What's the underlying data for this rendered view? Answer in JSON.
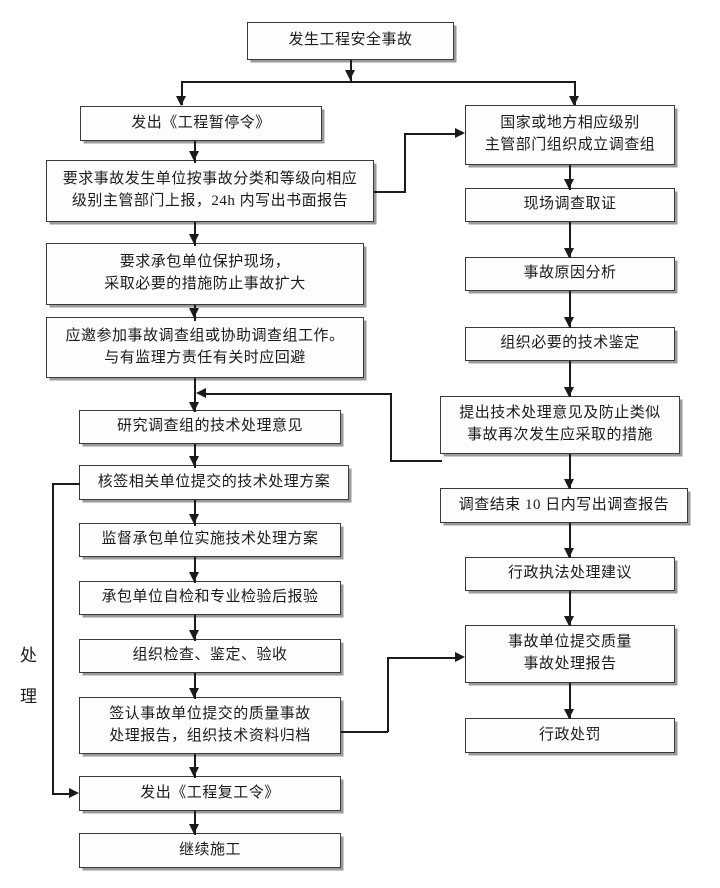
{
  "diagram": {
    "title_box": {
      "id": "accident-occurs",
      "label": "发生工程安全事故"
    },
    "side_label": {
      "name": "处理",
      "chars": [
        "处",
        "理"
      ]
    },
    "left_column": [
      {
        "id": "issue-suspension-order",
        "label": "发出《工程暂停令》"
      },
      {
        "id": "report-to-authority",
        "label": "要求事故发生单位按事故分类和等级向相应\n级别主管部门上报，24h 内写出书面报告"
      },
      {
        "id": "protect-site",
        "label": "要求承包单位保护现场，\n采取必要的措施防止事故扩大"
      },
      {
        "id": "join-investigation-group",
        "label": "应邀参加事故调查组或协助调查组工作。\n与有监理方责任有关时应回避"
      },
      {
        "id": "study-technical-opinion",
        "label": "研究调查组的技术处理意见"
      },
      {
        "id": "countersign-plan",
        "label": "核签相关单位提交的技术处理方案"
      },
      {
        "id": "supervise-implementation",
        "label": "监督承包单位实施技术处理方案"
      },
      {
        "id": "self-inspection",
        "label": "承包单位自检和专业检验后报验"
      },
      {
        "id": "organize-acceptance",
        "label": "组织检查、鉴定、验收"
      },
      {
        "id": "sign-quality-report",
        "label": "签认事故单位提交的质量事故\n处理报告，组织技术资料归档"
      },
      {
        "id": "issue-resumption-order",
        "label": "发出《工程复工令》"
      },
      {
        "id": "continue-construction",
        "label": "继续施工"
      }
    ],
    "right_column": [
      {
        "id": "form-investigation-group",
        "label": "国家或地方相应级别\n主管部门组织成立调查组"
      },
      {
        "id": "site-investigation",
        "label": "现场调查取证"
      },
      {
        "id": "cause-analysis",
        "label": "事故原因分析"
      },
      {
        "id": "technical-appraisal",
        "label": "组织必要的技术鉴定"
      },
      {
        "id": "propose-measures",
        "label": "提出技术处理意见及防止类似\n事故再次发生应采取的措施"
      },
      {
        "id": "investigation-report",
        "label": "调查结束 10 日内写出调查报告"
      },
      {
        "id": "enforcement-suggestion",
        "label": "行政执法处理建议"
      },
      {
        "id": "submit-quality-report",
        "label": "事故单位提交质量\n事故处理报告"
      },
      {
        "id": "administrative-penalty",
        "label": "行政处罚"
      }
    ],
    "colors": {
      "line": "#1b1b1b",
      "box_border": "#3a3a3a",
      "box_fill": "#fdfdfd",
      "shadow": "#9a9a9a",
      "background": "#ffffff"
    }
  }
}
